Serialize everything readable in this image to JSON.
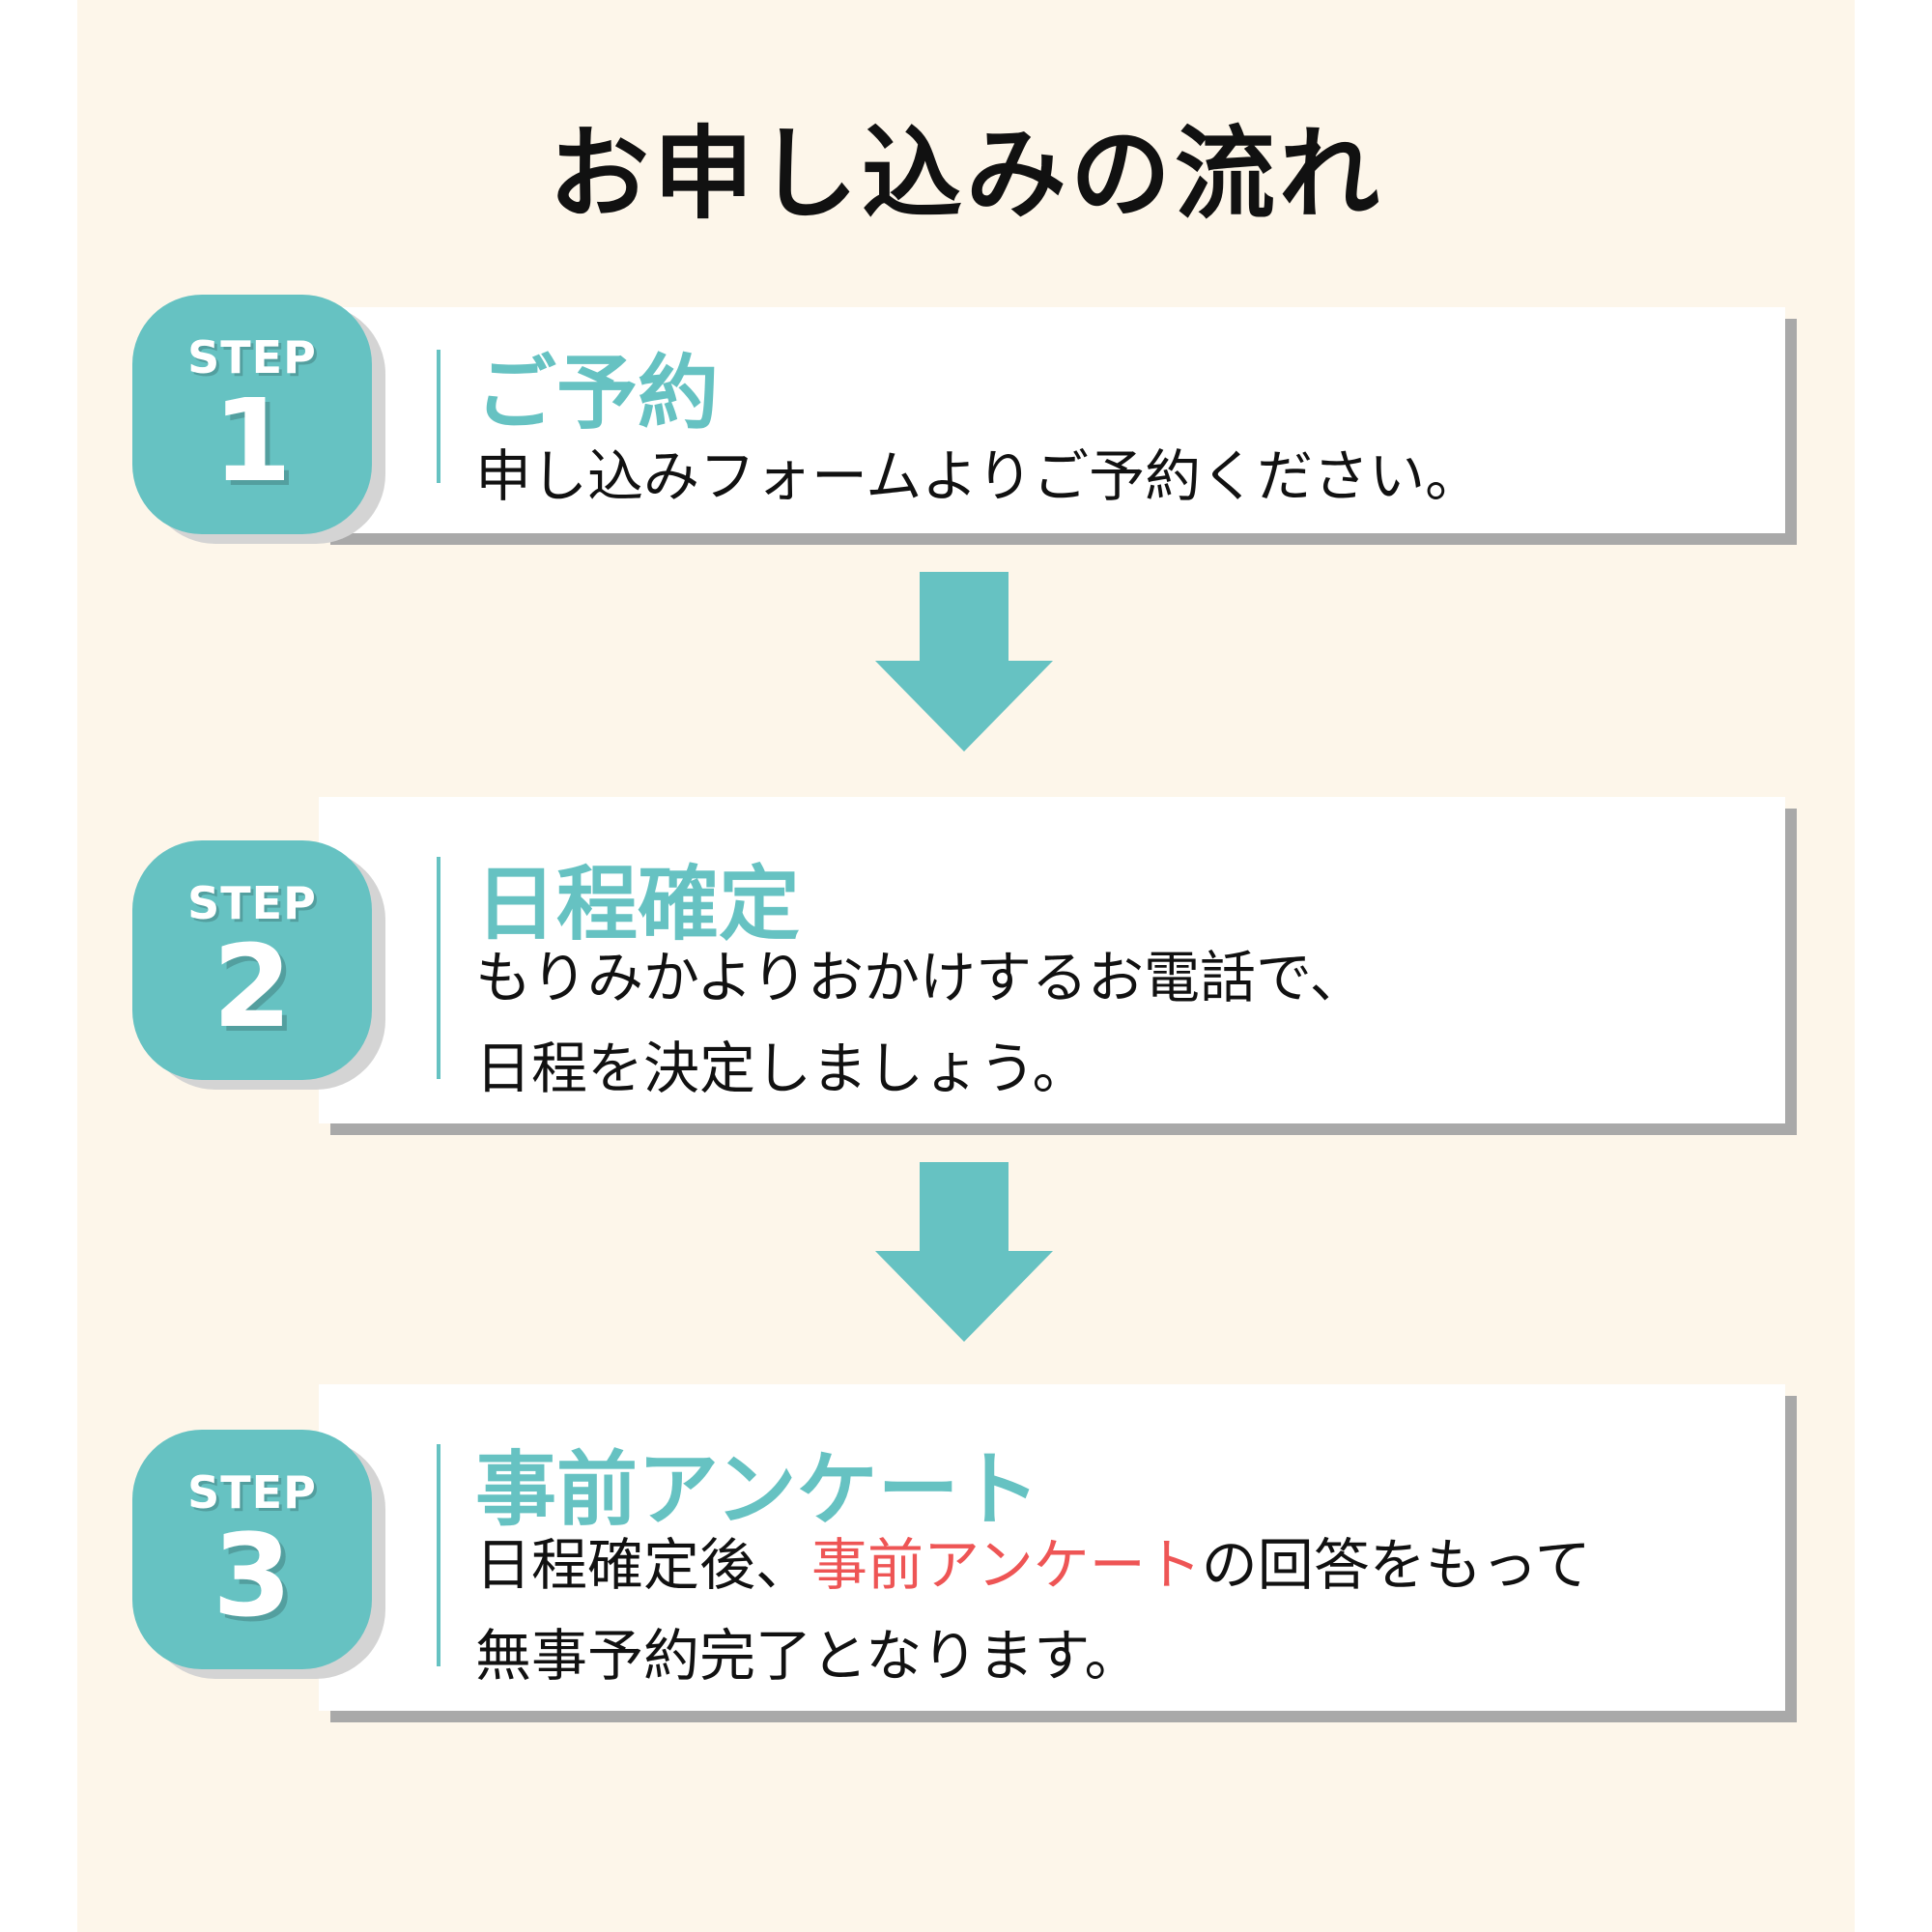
{
  "title": "お申し込みの流れ",
  "colors": {
    "accent": "#66c2c2",
    "highlight": "#ee5555",
    "background": "#fdf6ea"
  },
  "steps": [
    {
      "step_label": "STEP",
      "number": "1",
      "heading": "ご予約",
      "lines": [
        "申し込みフォームよりご予約ください。"
      ]
    },
    {
      "step_label": "STEP",
      "number": "2",
      "heading": "日程確定",
      "lines": [
        "もりみかよりおかけするお電話で、",
        "日程を決定しましょう。"
      ]
    },
    {
      "step_label": "STEP",
      "number": "3",
      "heading": "事前アンケート",
      "line1_pre": "日程確定後、",
      "line1_highlight": "事前アンケート",
      "line1_post": "の回答をもって",
      "line2": "無事予約完了となります。"
    }
  ]
}
